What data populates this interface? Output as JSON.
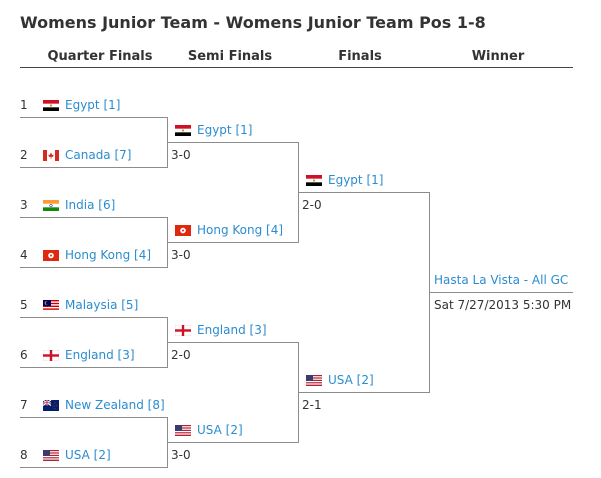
{
  "title": "Womens Junior Team - Womens Junior Team Pos 1-8",
  "headers": {
    "qf": "Quarter Finals",
    "sf": "Semi Finals",
    "f": "Finals",
    "w": "Winner"
  },
  "quarter_finals": [
    {
      "seed": "1",
      "name": "Egypt [1]",
      "flag": "egypt"
    },
    {
      "seed": "2",
      "name": "Canada [7]",
      "flag": "canada"
    },
    {
      "seed": "3",
      "name": "India [6]",
      "flag": "india"
    },
    {
      "seed": "4",
      "name": "Hong Kong [4]",
      "flag": "hongkong"
    },
    {
      "seed": "5",
      "name": "Malaysia [5]",
      "flag": "malaysia"
    },
    {
      "seed": "6",
      "name": "England [3]",
      "flag": "england"
    },
    {
      "seed": "7",
      "name": "New Zealand [8]",
      "flag": "newzealand"
    },
    {
      "seed": "8",
      "name": "USA [2]",
      "flag": "usa"
    }
  ],
  "semi_finals": [
    {
      "name": "Egypt [1]",
      "score": "3-0",
      "flag": "egypt"
    },
    {
      "name": "Hong Kong [4]",
      "score": "3-0",
      "flag": "hongkong"
    },
    {
      "name": "England [3]",
      "score": "2-0",
      "flag": "england"
    },
    {
      "name": "USA [2]",
      "score": "3-0",
      "flag": "usa"
    }
  ],
  "finals": [
    {
      "name": "Egypt [1]",
      "score": "2-0",
      "flag": "egypt"
    },
    {
      "name": "USA [2]",
      "score": "2-1",
      "flag": "usa"
    }
  ],
  "winner": {
    "name": "Hasta La Vista - All GC",
    "datetime": "Sat 7/27/2013 5:30 PM"
  }
}
